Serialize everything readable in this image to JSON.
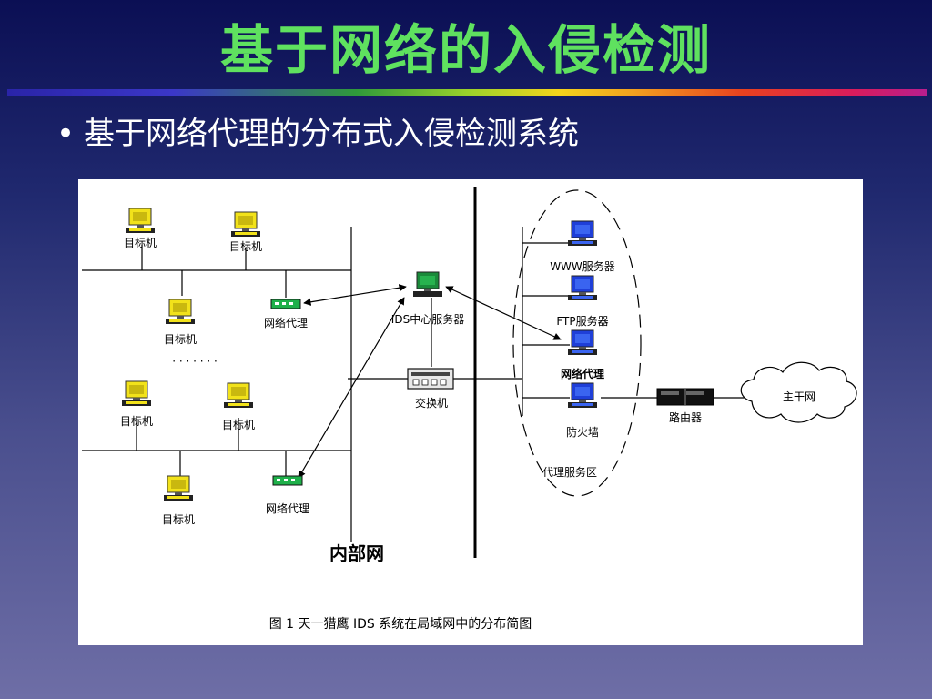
{
  "title": "基于网络的入侵检测",
  "bullet": {
    "marker": "•",
    "text": "基于网络代理的分布式入侵检测系统"
  },
  "diagram": {
    "labels": {
      "target": "目标机",
      "agent": "网络代理",
      "ids_center": "IDS中心服务器",
      "switch": "交换机",
      "dots": "· · · · · · ·",
      "www": "WWW服务器",
      "ftp": "FTP服务器",
      "dmz_agent": "网络代理",
      "firewall": "防火墙",
      "router": "路由器",
      "backbone": "主干网",
      "proxy_zone": "代理服务区",
      "intranet": "内部网",
      "caption": "图 1 天一猎鹰 IDS 系统在局域网中的分布简图"
    },
    "colors": {
      "target_pc": "#f2e21a",
      "server_pc": "#1f3fd8",
      "ids_pc": "#1a8a3a",
      "agent_box": "#1fb04a"
    }
  }
}
